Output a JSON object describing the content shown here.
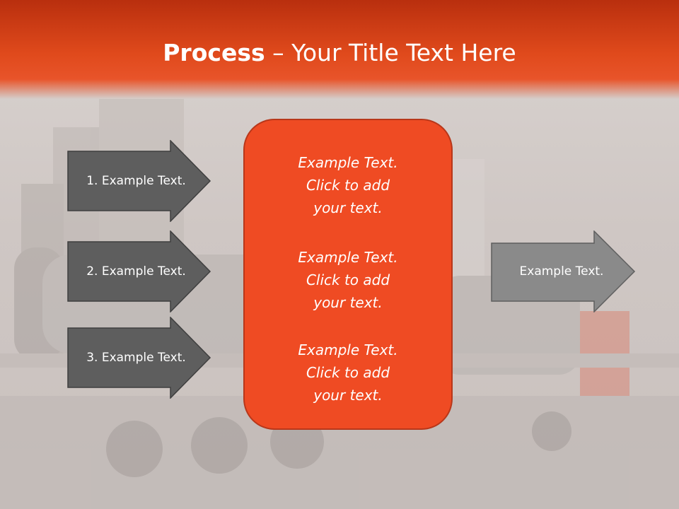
{
  "title": {
    "bold": "Process",
    "dash": " – ",
    "rest": "Your Title Text Here"
  },
  "left_arrows": [
    {
      "label": "1. Example Text."
    },
    {
      "label": "2. Example Text."
    },
    {
      "label": "3. Example Text."
    }
  ],
  "center": {
    "blocks": [
      {
        "lines": [
          "Example Text.",
          "Click  to add",
          "your text."
        ]
      },
      {
        "lines": [
          "Example Text.",
          "Click  to add",
          "your text."
        ]
      },
      {
        "lines": [
          "Example Text.",
          "Click  to add",
          "your text."
        ]
      }
    ]
  },
  "right_arrow": {
    "label": "Example Text."
  },
  "colors": {
    "accent": "#ef4b23",
    "header": "#e04a1c",
    "dark_arrow": "#5e5e5e",
    "light_arrow": "#8a8a8a"
  }
}
